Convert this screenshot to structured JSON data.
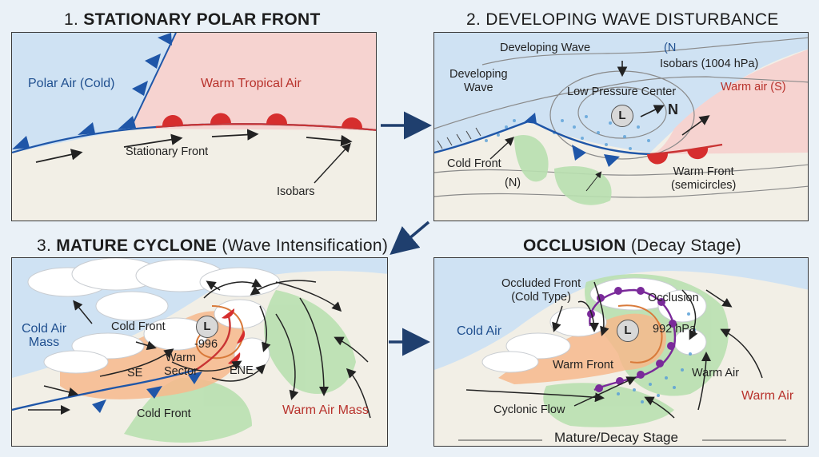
{
  "panels": {
    "p1": {
      "title_number": "1.",
      "title_bold": "STATIONARY POLAR FRONT",
      "title_rest": "",
      "polar_air": "Polar Air (Cold)",
      "warm_air": "Warm Tropical Air",
      "front": "Stationary Front",
      "isobars": "Isobars"
    },
    "p2": {
      "title_number": "2.",
      "title_bold": "",
      "title_rest": "DEVELOPING WAVE DISTURBANCE",
      "developing_wave_top": "Developing Wave",
      "developing_wave_left": "Developing\nWave",
      "north_top": "(N",
      "isobars": "Isobars (1004 hPa)",
      "low_center": "Low Pressure Center",
      "low_symbol": "L",
      "north_arrow": "N",
      "warm_air": "Warm air (S)",
      "cold_front": "Cold Front",
      "north_bottom": "(N)",
      "warm_front": "Warm Front\n(semicircles)"
    },
    "p3": {
      "title_number": "3.",
      "title_bold": "MATURE CYCLONE",
      "title_rest": " (Wave Intensification)",
      "cold_air": "Cold Air\nMass",
      "cold_front_top": "Cold Front",
      "low_symbol": "L",
      "pressure": "-996",
      "warm_sector": "Warm\nSector",
      "ene": "ENE",
      "se": "SE",
      "cold_front_bottom": "Cold Front",
      "warm_air_mass": "Warm Air Mass"
    },
    "p4": {
      "title_number": "",
      "title_bold": "OCCLUSION",
      "title_rest": " (Decay Stage)",
      "occluded_front": "Occluded Front\n(Cold Type)",
      "occlusion": "Occlusion",
      "cold_air": "Cold Air",
      "low_symbol": "L",
      "pressure": "992 hPa",
      "warm_front": "Warm Front",
      "warm_air_inner": "Warm Air",
      "warm_air_outer": "Warm Air",
      "cyclonic_flow": "Cyclonic Flow",
      "stage": "Mature/Decay Stage"
    }
  },
  "colors": {
    "cold_air": "#cfe2f3",
    "warm_air": "#f6d3d0",
    "land": "#f2efe6",
    "cold_front": "#1f56a8",
    "warm_front": "#d62e2e",
    "occluded_front": "#7a2a9a",
    "precip": "#b9e0b0",
    "warm_sector": "#f7b98c"
  }
}
